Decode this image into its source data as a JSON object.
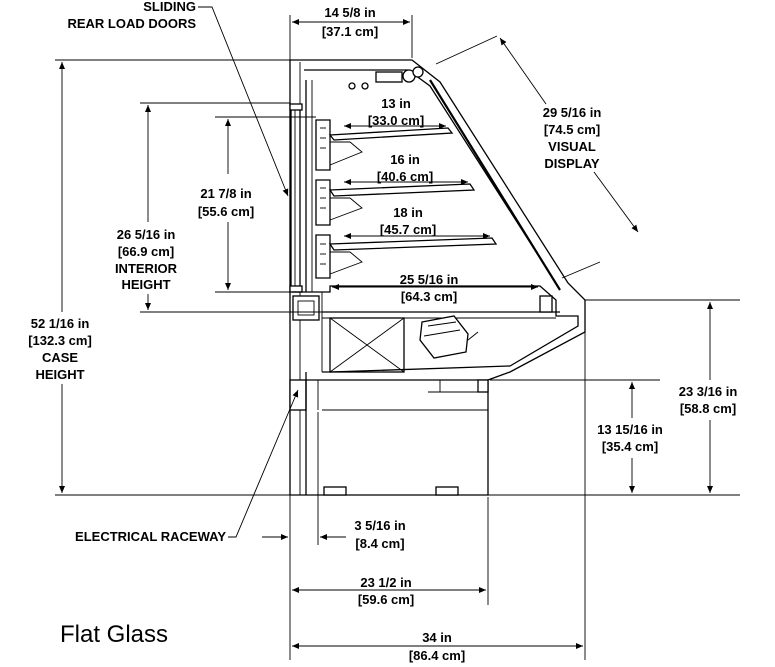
{
  "caption": "Flat Glass",
  "labels": {
    "sliding_line1": "SLIDING",
    "sliding_line2": "REAR LOAD DOORS",
    "electrical_raceway": "ELECTRICAL RACEWAY",
    "visual_display_line1": "VISUAL",
    "visual_display_line2": "DISPLAY",
    "interior_height_line1": "INTERIOR",
    "interior_height_line2": "HEIGHT",
    "case_height_line1": "CASE",
    "case_height_line2": "HEIGHT"
  },
  "dimensions": {
    "top_width": {
      "imperial": "14 5/8 in",
      "metric": "[37.1 cm]"
    },
    "shelf_top": {
      "imperial": "13 in",
      "metric": "[33.0 cm]"
    },
    "shelf_mid": {
      "imperial": "16 in",
      "metric": "[40.6 cm]"
    },
    "shelf_low": {
      "imperial": "18 in",
      "metric": "[45.7 cm]"
    },
    "deck_depth": {
      "imperial": "25 5/16 in",
      "metric": "[64.3 cm]"
    },
    "visual_display": {
      "imperial": "29 5/16 in",
      "metric": "[74.5 cm]"
    },
    "shelf_height": {
      "imperial": "21 7/8 in",
      "metric": "[55.6 cm]"
    },
    "interior_height": {
      "imperial": "26 5/16 in",
      "metric": "[66.9 cm]"
    },
    "case_height": {
      "imperial": "52 1/16 in",
      "metric": "[132.3 cm]"
    },
    "front_height": {
      "imperial": "23 3/16 in",
      "metric": "[58.8 cm]"
    },
    "base_height": {
      "imperial": "13 15/16 in",
      "metric": "[35.4 cm]"
    },
    "raceway_offset": {
      "imperial": "3 5/16 in",
      "metric": "[8.4 cm]"
    },
    "base_depth": {
      "imperial": "23 1/2 in",
      "metric": "[59.6 cm]"
    },
    "overall_depth": {
      "imperial": "34 in",
      "metric": "[86.4 cm]"
    }
  }
}
